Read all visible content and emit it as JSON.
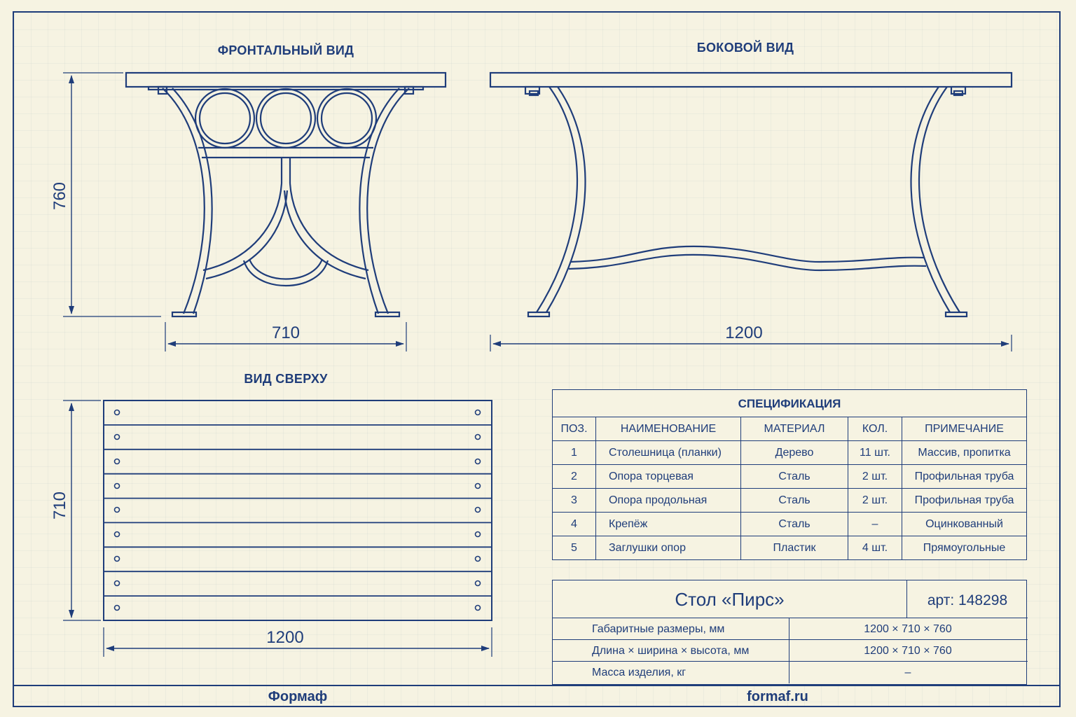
{
  "views": {
    "front": "ФРОНТАЛЬНЫЙ ВИД",
    "side": "БОКОВОЙ ВИД",
    "top": "ВИД СВЕРХУ"
  },
  "dimensions": {
    "front_height": "760",
    "front_width": "710",
    "side_length": "1200",
    "top_width": "710",
    "top_length": "1200"
  },
  "specification": {
    "title": "СПЕЦИФИКАЦИЯ",
    "headers": [
      "ПОЗ.",
      "НАИМЕНОВАНИЕ",
      "МАТЕРИАЛ",
      "КОЛ.",
      "ПРИМЕЧАНИЕ"
    ],
    "rows": [
      [
        "1",
        "Столешница (планки)",
        "Дерево",
        "11 шт.",
        "Массив, пропитка"
      ],
      [
        "2",
        "Опора торцевая",
        "Сталь",
        "2 шт.",
        "Профильная труба"
      ],
      [
        "3",
        "Опора продольная",
        "Сталь",
        "2 шт.",
        "Профильная труба"
      ],
      [
        "4",
        "Крепёж",
        "Сталь",
        "–",
        "Оцинкованный"
      ],
      [
        "5",
        "Заглушки опор",
        "Пластик",
        "4 шт.",
        "Прямоугольные"
      ]
    ]
  },
  "title_block": {
    "name": "Стол «Пирс»",
    "article": "арт: 148298",
    "rows": [
      {
        "label": "Габаритные размеры, мм",
        "value": "1200 × 710 × 760"
      },
      {
        "label": "Длина × ширина × высота, мм",
        "value": "1200 × 710 × 760"
      },
      {
        "label": "Масса изделия, кг",
        "value": "–"
      }
    ]
  },
  "footer": {
    "brand": "Формаф",
    "site": "formaf.ru"
  },
  "colors": {
    "ink": "#1f3d7a",
    "paper": "#f6f3e2"
  }
}
